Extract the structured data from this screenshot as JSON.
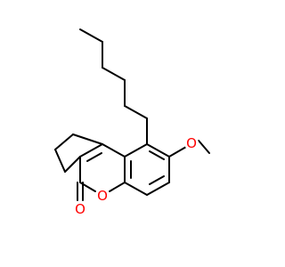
{
  "molecule": {
    "atoms": [
      {
        "id": "o_ring",
        "label": "O",
        "color": "#ff0000"
      },
      {
        "id": "o_carbonyl",
        "label": "O",
        "color": "#ff0000"
      },
      {
        "id": "o_methoxy",
        "label": "O",
        "color": "#ff0000"
      }
    ]
  }
}
